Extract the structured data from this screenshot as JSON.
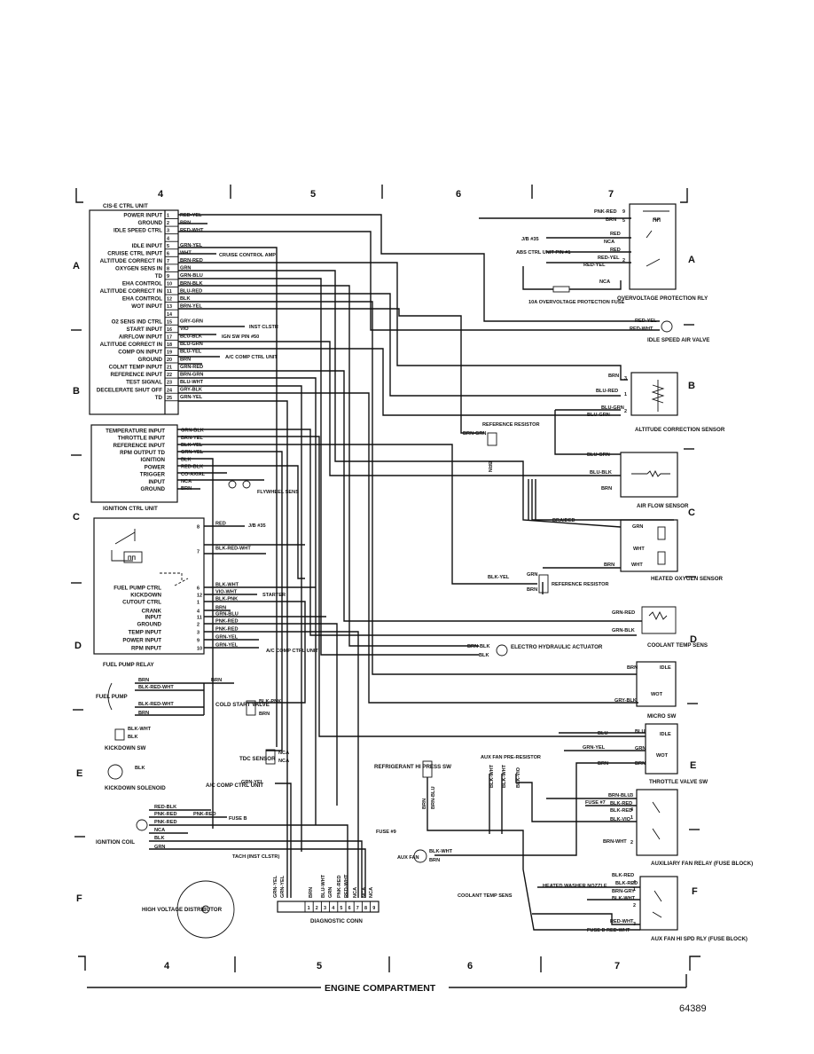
{
  "page": {
    "columns": [
      "4",
      "5",
      "6",
      "7"
    ],
    "rows": [
      "A",
      "B",
      "C",
      "D",
      "E",
      "F"
    ],
    "caption": "ENGINE COMPARTMENT",
    "code": "64389"
  },
  "cise_unit": {
    "title": "CIS-E CTRL UNIT",
    "pins": [
      {
        "n": "1",
        "label": "POWER INPUT",
        "wire": "RED-YEL"
      },
      {
        "n": "2",
        "label": "GROUND",
        "wire": "BRN"
      },
      {
        "n": "3",
        "label": "IDLE SPEED CTRL",
        "wire": "RED-WHT"
      },
      {
        "n": "4",
        "label": "",
        "wire": ""
      },
      {
        "n": "5",
        "label": "IDLE INPUT",
        "wire": "GRN-YEL"
      },
      {
        "n": "6",
        "label": "CRUISE CTRL INPUT",
        "wire": "WHT"
      },
      {
        "n": "7",
        "label": "ALTITUDE CORRECT IN",
        "wire": "BRN-RED"
      },
      {
        "n": "8",
        "label": "OXYGEN SENS IN",
        "wire": "GRN"
      },
      {
        "n": "9",
        "label": "TD",
        "wire": "GRN-BLU"
      },
      {
        "n": "10",
        "label": "EHA CONTROL",
        "wire": "BRN-BLK"
      },
      {
        "n": "11",
        "label": "ALTITUDE CORRECT IN",
        "wire": "BLU-RED"
      },
      {
        "n": "12",
        "label": "EHA CONTROL",
        "wire": "BLK"
      },
      {
        "n": "13",
        "label": "WOT INPUT",
        "wire": "BRN-YEL"
      },
      {
        "n": "14",
        "label": "",
        "wire": ""
      },
      {
        "n": "15",
        "label": "O2 SENS IND CTRL",
        "wire": "GRY-GRN"
      },
      {
        "n": "16",
        "label": "START INPUT",
        "wire": "VIO"
      },
      {
        "n": "17",
        "label": "AIRFLOW INPUT",
        "wire": "BLU-BLK"
      },
      {
        "n": "18",
        "label": "ALTITUDE CORRECT IN",
        "wire": "BLU-GRN"
      },
      {
        "n": "19",
        "label": "COMP ON INPUT",
        "wire": "BLU-YEL"
      },
      {
        "n": "20",
        "label": "GROUND",
        "wire": "BRN"
      },
      {
        "n": "21",
        "label": "COLNT TEMP INPUT",
        "wire": "GRN-RED"
      },
      {
        "n": "22",
        "label": "REFERENCE INPUT",
        "wire": "BRN-GRN"
      },
      {
        "n": "23",
        "label": "TEST SIGNAL",
        "wire": "BLU-WHT"
      },
      {
        "n": "24",
        "label": "DECELERATE SHUT OFF",
        "wire": "GRY-BLK"
      },
      {
        "n": "25",
        "label": "TD",
        "wire": "GRN-YEL"
      }
    ],
    "refs": {
      "cruise": "CRUISE CONTROL AMP",
      "inst": "INST CLSTR",
      "ign": "IGN SW PIN #50",
      "ac": "A/C COMP CTRL UNIT"
    }
  },
  "ignition_unit": {
    "title": "IGNITION CTRL UNIT",
    "pins": [
      {
        "label": "TEMPERATURE INPUT",
        "wire": "GRN-BLK"
      },
      {
        "label": "THROTTLE INPUT",
        "wire": "BRN-YEL"
      },
      {
        "label": "REFERENCE INPUT",
        "wire": "BLK-YEL"
      },
      {
        "label": "RPM OUTPUT TD",
        "wire": "GRN-YEL"
      },
      {
        "label": "IGNITION",
        "wire": "BLK"
      },
      {
        "label": "POWER",
        "wire": "RED-BLK"
      },
      {
        "label": "TRIGGER",
        "wire": "CO-AXIAL"
      },
      {
        "label": "INPUT",
        "wire": "NCA"
      },
      {
        "label": "GROUND",
        "wire": "BRN"
      }
    ],
    "flywheel": "FLYWHEEL SENS"
  },
  "fuel_pump_relay": {
    "title": "FUEL PUMP RELAY",
    "pins": [
      {
        "n": "8",
        "label": "",
        "wire": "RED"
      },
      {
        "n": "7",
        "label": "",
        "wire": "BLK-RED-WHT"
      },
      {
        "n": "6",
        "label": "FUEL PUMP CTRL",
        "wire": "BLK-WHT"
      },
      {
        "n": "12",
        "label": "KICKDOWN",
        "wire": "VIO-WHT"
      },
      {
        "n": "1",
        "label": "CUTOUT CTRL",
        "wire": "BLK-PNK"
      },
      {
        "n": "4",
        "label": "CRANK",
        "wire": "BRN"
      },
      {
        "n": "11",
        "label": "INPUT",
        "wire": "GRN-BLU"
      },
      {
        "n": "2",
        "label": "GROUND",
        "wire": "PNK-RED"
      },
      {
        "n": "3",
        "label": "TEMP INPUT",
        "wire": "PNK-RED"
      },
      {
        "n": "9",
        "label": "POWER INPUT",
        "wire": "GRN-YEL"
      },
      {
        "n": "10",
        "label": "RPM INPUT",
        "wire": "GRN-YEL"
      }
    ],
    "refs": {
      "jb": "J/B #35",
      "blk_red_wht": "BLK-RED-WHT",
      "starter": "STARTER",
      "ac": "A/C COMP CTRL UNIT"
    }
  },
  "left_lower": {
    "fuel_pump": "FUEL PUMP",
    "fp_wires": [
      "BRN",
      "BLK-RED-WHT",
      "BLK-RED-WHT",
      "BRN",
      "BRN"
    ],
    "cold_start": "COLD START VALVE",
    "cold_start_wire": "BLK-PNK",
    "cold_start_brn": "BRN",
    "kickdown_sw": "KICKDOWN SW",
    "kickdown_wires": [
      "BLK-WHT",
      "BLK"
    ],
    "kickdown_sol": "KICKDOWN SOLENOID",
    "kickdown_sol_wire": "BLK",
    "tdc": "TDC SENSOR",
    "tdc_wire": "NCA",
    "ac_ref": "A/C COMP CTRL UNIT",
    "ac_wire": "GRN-YEL",
    "ignition_coil": "IGNITION COIL",
    "coil_wires": [
      "RED-BLK",
      "PNK-RED",
      "PNK-RED",
      "NCA",
      "BLK",
      "GRN"
    ],
    "fuse_b": "FUSE B",
    "fuse_9": "FUSE #9",
    "tach": "TACH (INST CLSTR)",
    "distributor": "HIGH VOLTAGE DISTRIBUTOR",
    "diag": "DIAGNOSTIC CONN",
    "diag_pins": [
      "1",
      "2",
      "3",
      "4",
      "5",
      "6",
      "7",
      "8",
      "9"
    ],
    "diag_wires": [
      "GRN-YEL",
      "GRN-YEL",
      "BRN",
      "BLU-WHT",
      "GRN",
      "PNK-RED",
      "RED-WHT",
      "NCA",
      "NCA",
      "NCA"
    ],
    "refrig": "REFRIGERANT HI PRESS SW",
    "refrig_wires": [
      "BRN",
      "BRN-BLU"
    ]
  },
  "right": {
    "overvoltage": "OVERVOLTAGE PROTECTION RLY",
    "ov_wires": [
      "PNK-RED",
      "BRN",
      "RED",
      "NCA",
      "RED",
      "RED-YEL",
      "RED-YEL",
      "NCA"
    ],
    "ov_pins": [
      "9",
      "5",
      "2"
    ],
    "jb35": "J/B #35",
    "abs": "ABS CTRL UNIT PIN #1",
    "ov_fuse": "10A OVERVOLTAGE PROTECTION FUSE",
    "idle_valve": "IDLE SPEED AIR VALVE",
    "idle_wires": [
      "RED-YEL",
      "RED-WHT"
    ],
    "alt_sensor": "ALTITUDE CORRECTION SENSOR",
    "alt_wires": [
      "BRN",
      "BLU-RED",
      "BLU-GRN",
      "BLU-GRN"
    ],
    "alt_pins": [
      "3",
      "1",
      "2"
    ],
    "ref_resistor": "REFERENCE RESISTOR",
    "ref_wires": [
      "BRN-GRN",
      "BRN"
    ],
    "air_flow": "AIR FLOW SENSOR",
    "af_wires": [
      "BLU-GRN",
      "BLU-BLK",
      "BRN"
    ],
    "braided": "BRAIDED",
    "o2": "HEATED OXYGEN SENSOR",
    "o2_wires": [
      "GRN",
      "WHT",
      "BRN",
      "WHT"
    ],
    "ref_res2": "REFERENCE RESISTOR",
    "rr2_wires": [
      "BLK-YEL",
      "GRN",
      "BRN"
    ],
    "coolant": "COOLANT TEMP SENS",
    "coolant_wires": [
      "GRN-RED",
      "GRN-BLK"
    ],
    "eha": "ELECTRO HYDRAULIC ACTUATOR",
    "eha_wires": [
      "BRN-BLK",
      "BLK"
    ],
    "micro": "MICRO SW",
    "micro_wires": [
      "BRN",
      "GRY-BLK"
    ],
    "micro_pos": [
      "IDLE",
      "WOT"
    ],
    "throttle": "THROTTLE VALVE SW",
    "tv_wires": [
      "BLU",
      "GRN-YEL",
      "BRN",
      "BLU",
      "GRN",
      "BRN"
    ],
    "tv_pos": [
      "IDLE",
      "WOT"
    ],
    "aux_pre": "AUX FAN PRE-RESISTOR",
    "aux_pre_wires": [
      "BLK-WHT",
      "BLK-WHT",
      "BLK-VIO"
    ],
    "aux_relay": "AUXILIARY FAN RELAY (FUSE BLOCK)",
    "ar_wires": [
      "BRN-BLU",
      "BLK-RED",
      "BLK-RED",
      "BLK-VIO",
      "BRN-WHT"
    ],
    "ar_pins": [
      "3",
      "4",
      "1",
      "2"
    ],
    "fuse7": "FUSE #7",
    "aux_fan": "AUX FAN",
    "aux_fan_wires": [
      "BLK-WHT",
      "BRN"
    ],
    "hi_relay": "AUX FAN HI SPD RLY (FUSE BLOCK)",
    "hr_wires": [
      "BLK-RED",
      "BLK-RED",
      "BRN-GRY",
      "BLK-WHT",
      "RED-WHT",
      "RED-WHT"
    ],
    "hr_pins": [
      "4",
      "1",
      "2",
      "3"
    ],
    "heated_washer": "HEATED WASHER NOZZLE",
    "coolant_sens": "COOLANT TEMP SENS",
    "fuse_d": "FUSE D"
  }
}
